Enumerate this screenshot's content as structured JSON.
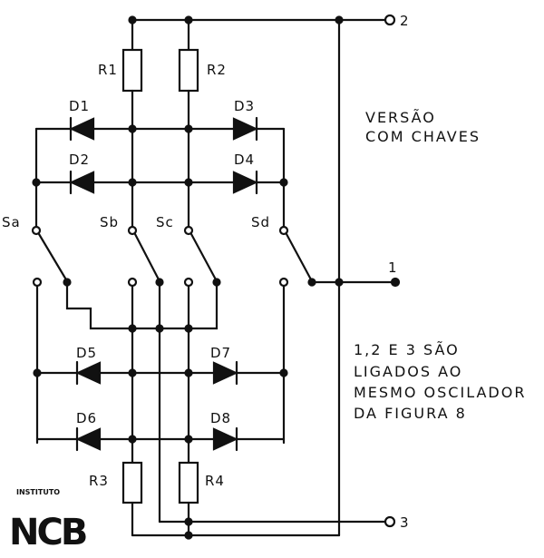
{
  "terminals": {
    "t1": "1",
    "t2": "2",
    "t3": "3"
  },
  "resistors": {
    "r1": "R1",
    "r2": "R2",
    "r3": "R3",
    "r4": "R4"
  },
  "diodes": {
    "d1": "D1",
    "d2": "D2",
    "d3": "D3",
    "d4": "D4",
    "d5": "D5",
    "d6": "D6",
    "d7": "D7",
    "d8": "D8"
  },
  "switches": {
    "sa": "Sa",
    "sb": "Sb",
    "sc": "Sc",
    "sd": "Sd"
  },
  "notes": {
    "version_line1": "VERSÃO",
    "version_line2": "COM CHAVES",
    "connect_line1": "1,2 E 3 SÃO",
    "connect_line2": "LIGADOS  AO",
    "connect_line3": "MESMO OSCILADOR",
    "connect_line4": "DA FIGURA 8"
  },
  "logo": {
    "small": "INSTITUTO",
    "big": "NCB"
  }
}
